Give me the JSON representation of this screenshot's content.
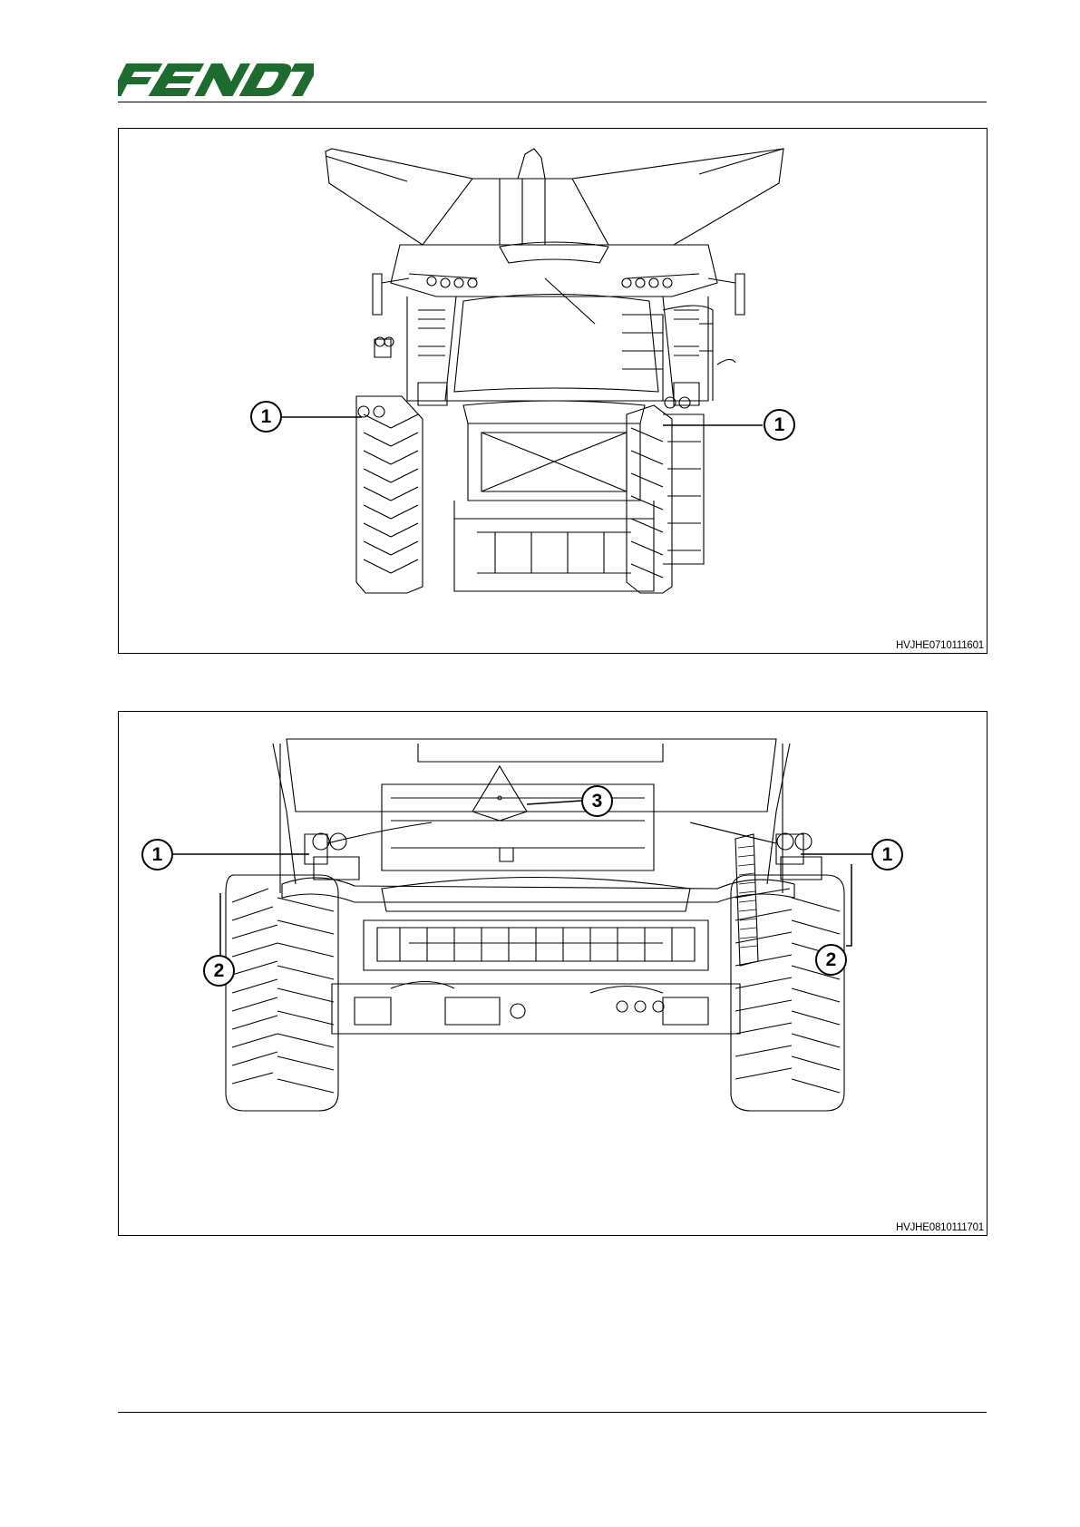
{
  "header": {
    "brand": "FENDT"
  },
  "figures": [
    {
      "code": "HVJHE0710111601",
      "callouts": [
        "1",
        "1"
      ]
    },
    {
      "code": "HVJHE0810111701",
      "callouts": [
        "3",
        "1",
        "1",
        "2",
        "2"
      ]
    }
  ],
  "colors": {
    "brand_green": "#1e6b30",
    "line": "#000000"
  }
}
